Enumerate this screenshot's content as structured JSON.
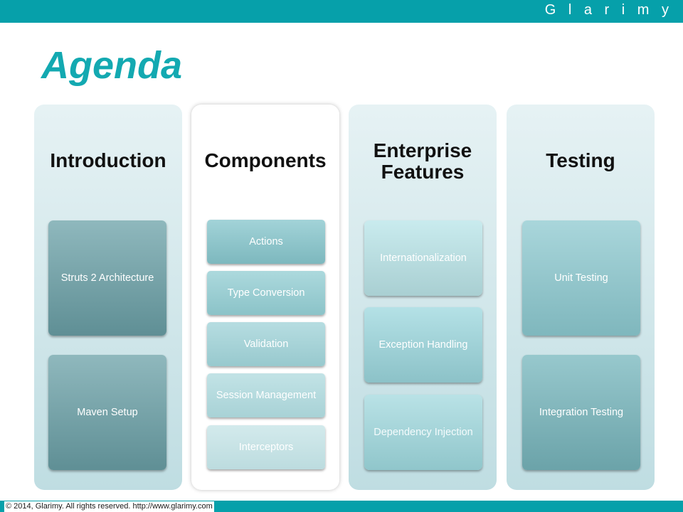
{
  "header": {
    "brand": "G l a r i m y",
    "bar_color": "#06a0aa"
  },
  "title": "Agenda",
  "title_color": "#13a9b1",
  "columns": [
    {
      "heading": "Introduction",
      "items": [
        "Struts 2 Architecture",
        "Maven Setup"
      ]
    },
    {
      "heading": "Components",
      "items": [
        "Actions",
        "Type Conversion",
        "Validation",
        "Session Management",
        "Interceptors"
      ]
    },
    {
      "heading": "Enterprise Features",
      "items": [
        "Internationalization",
        "Exception Handling",
        "Dependency Injection"
      ]
    },
    {
      "heading": "Testing",
      "items": [
        "Unit Testing",
        "Integration Testing"
      ]
    }
  ],
  "footer": {
    "copyright": "© 2014, Glarimy. All rights reserved. http://www.glarimy.com"
  }
}
